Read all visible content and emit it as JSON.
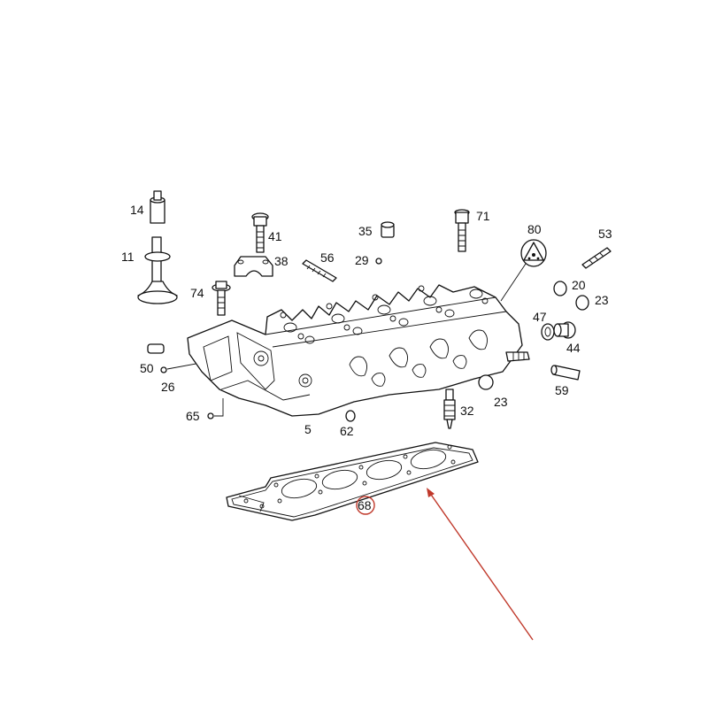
{
  "diagram": {
    "part_labels": {
      "p14": "14",
      "p11": "11",
      "p41": "41",
      "p38": "38",
      "p74": "74",
      "p35": "35",
      "p56": "56",
      "p29": "29",
      "p71": "71",
      "p80": "80",
      "p53": "53",
      "p20": "20",
      "p23a": "23",
      "p47": "47",
      "p44": "44",
      "p50": "50",
      "p26": "26",
      "p65": "65",
      "p5": "5",
      "p62": "62",
      "p32": "32",
      "p23b": "23",
      "p59": "59",
      "p68": "68"
    },
    "highlight_part": "68",
    "highlight_color": "#c0392b",
    "arrow_color": "#c0392b"
  }
}
